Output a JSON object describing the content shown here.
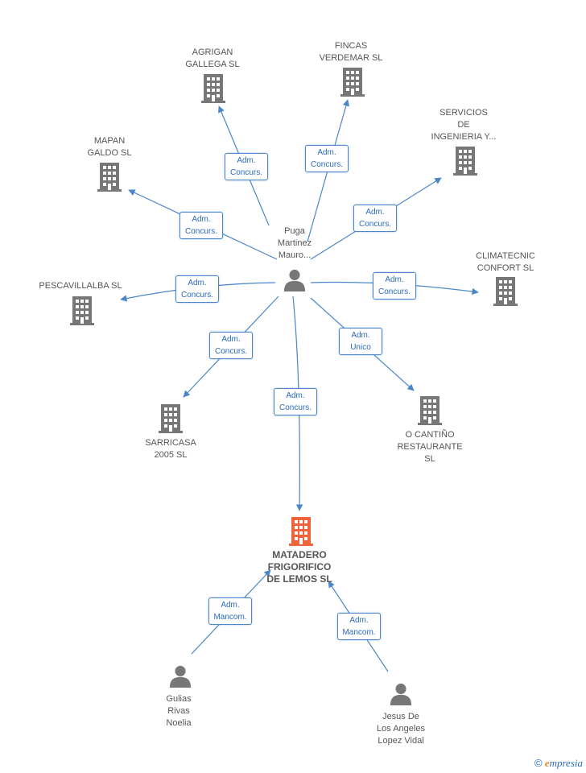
{
  "colors": {
    "edge": "#4a86c8",
    "building": "#777777",
    "building_main": "#f0643c",
    "person": "#777777"
  },
  "center": {
    "label": "Puga\nMartinez\nMauro..."
  },
  "companies": [
    {
      "id": "agrigan",
      "label": "AGRIGAN\nGALLEGA SL"
    },
    {
      "id": "fincas",
      "label": "FINCAS\nVERDEMAR SL"
    },
    {
      "id": "servicios",
      "label": "SERVICIOS\nDE\nINGENIERIA Y..."
    },
    {
      "id": "mapan",
      "label": "MAPAN\nGALDO SL"
    },
    {
      "id": "climatecnic",
      "label": "CLIMATECNIC\nCONFORT SL"
    },
    {
      "id": "pescavillalba",
      "label": "PESCAVILLALBA SL"
    },
    {
      "id": "sarricasa",
      "label": "SARRICASA\n2005 SL"
    },
    {
      "id": "ocantino",
      "label": "O CANTIÑO\nRESTAURANTE\nSL"
    },
    {
      "id": "matadero",
      "label": "MATADERO\nFRIGORIFICO\nDE LEMOS SL",
      "main": true
    }
  ],
  "persons": [
    {
      "id": "gulias",
      "label": "Gulias\nRivas\nNoelia"
    },
    {
      "id": "jesus",
      "label": "Jesus De\nLos Angeles\nLopez Vidal"
    }
  ],
  "relations": [
    {
      "id": "r-agrigan",
      "label": "Adm.\nConcurs."
    },
    {
      "id": "r-fincas",
      "label": "Adm.\nConcurs."
    },
    {
      "id": "r-servicios",
      "label": "Adm.\nConcurs."
    },
    {
      "id": "r-mapan",
      "label": "Adm.\nConcurs."
    },
    {
      "id": "r-climatecnic",
      "label": "Adm.\nConcurs."
    },
    {
      "id": "r-pescavillalba",
      "label": "Adm.\nConcurs."
    },
    {
      "id": "r-sarricasa",
      "label": "Adm.\nConcurs."
    },
    {
      "id": "r-ocantino",
      "label": "Adm.\nUnico"
    },
    {
      "id": "r-matadero",
      "label": "Adm.\nConcurs."
    },
    {
      "id": "r-gulias",
      "label": "Adm.\nMancom."
    },
    {
      "id": "r-jesus",
      "label": "Adm.\nMancom."
    }
  ],
  "footer": {
    "copyright": "©",
    "brand_initial": "e",
    "brand_rest": "mpresia"
  }
}
